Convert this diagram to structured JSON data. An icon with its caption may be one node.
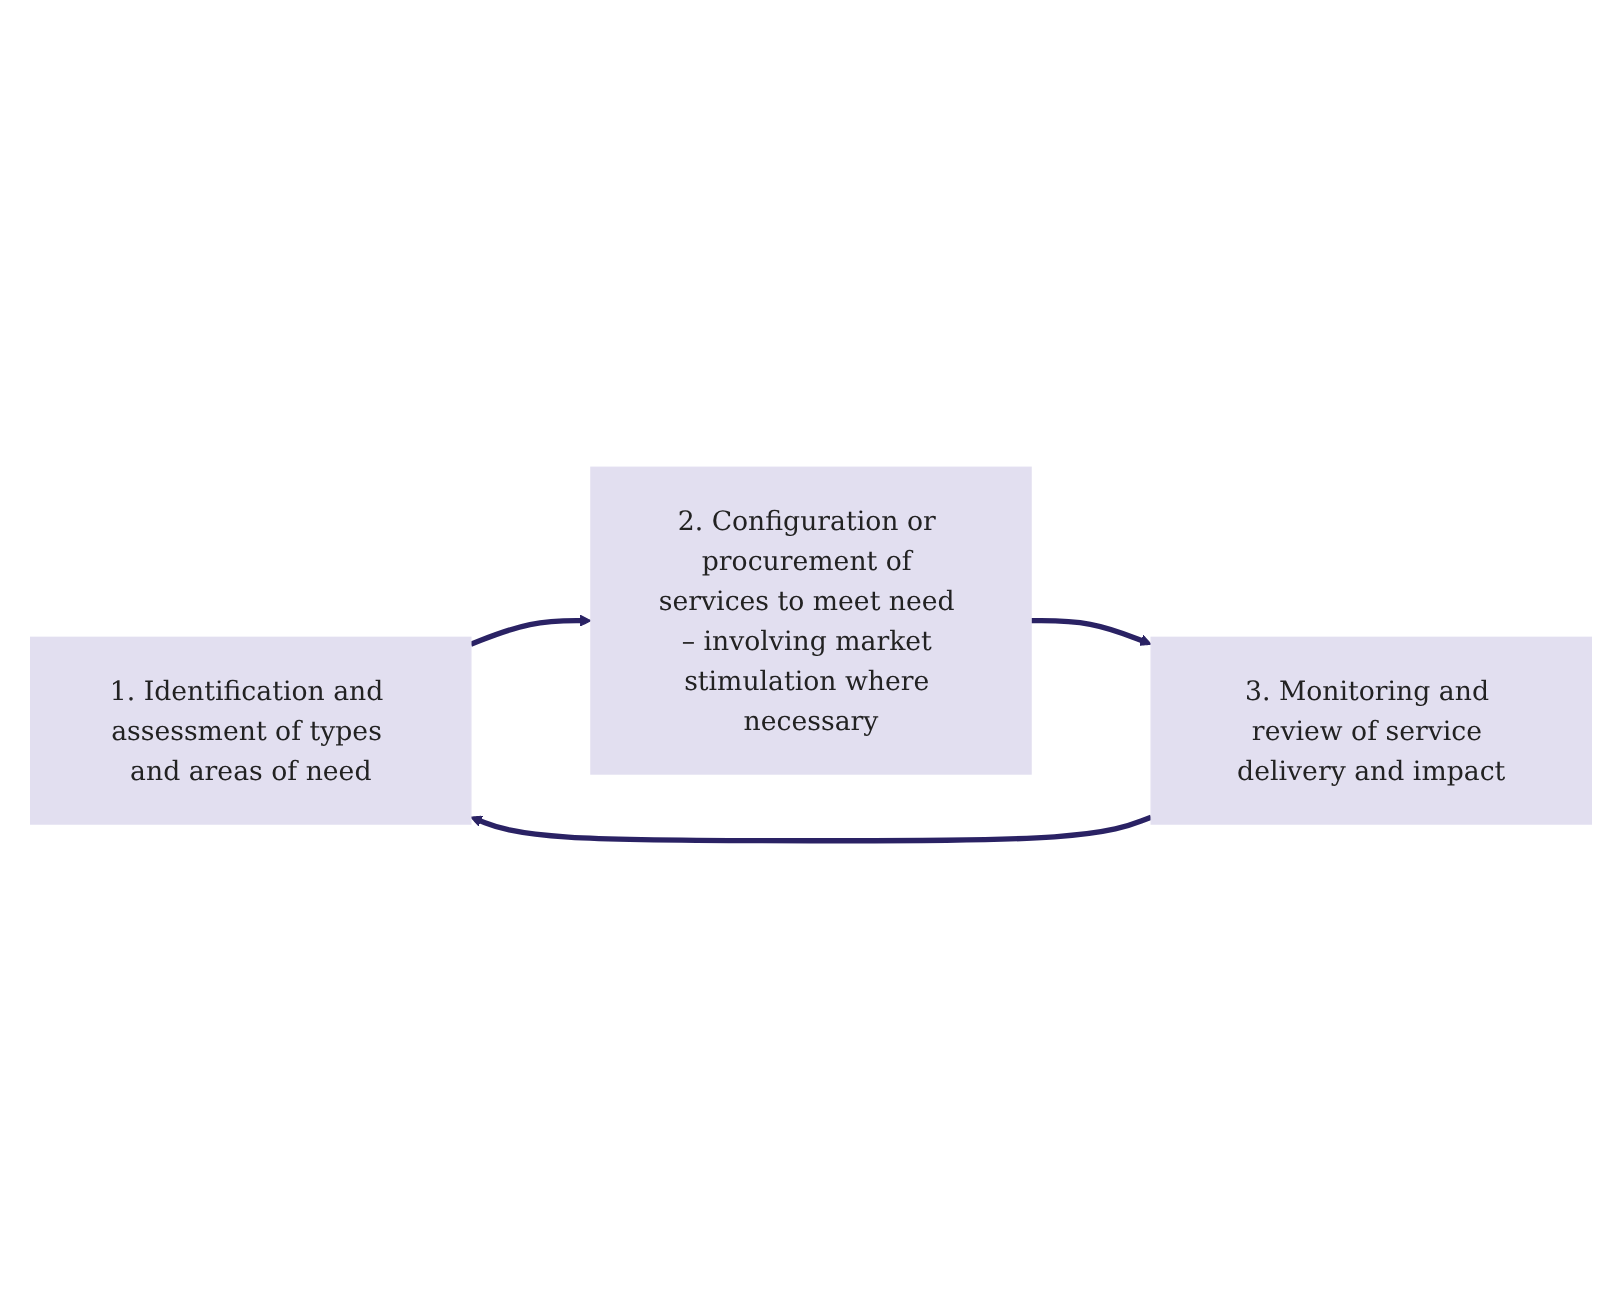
{
  "diagram": {
    "nodes": [
      {
        "text": [
          "1. Identification and assessment of types and areas of need"
        ]
      },
      {
        "text": [
          "2. Configuration or procurement of services to meet need – involving market stimulation where necessary"
        ]
      },
      {
        "text": [
          "3. Monitoring and review of service delivery and impact"
        ]
      }
    ],
    "edges": [
      {
        "from": 0,
        "to": 1,
        "arrow": "to"
      },
      {
        "from": 1,
        "to": 2,
        "arrow": "to"
      },
      {
        "from": 2,
        "to": 0,
        "arrow": "to"
      }
    ]
  }
}
